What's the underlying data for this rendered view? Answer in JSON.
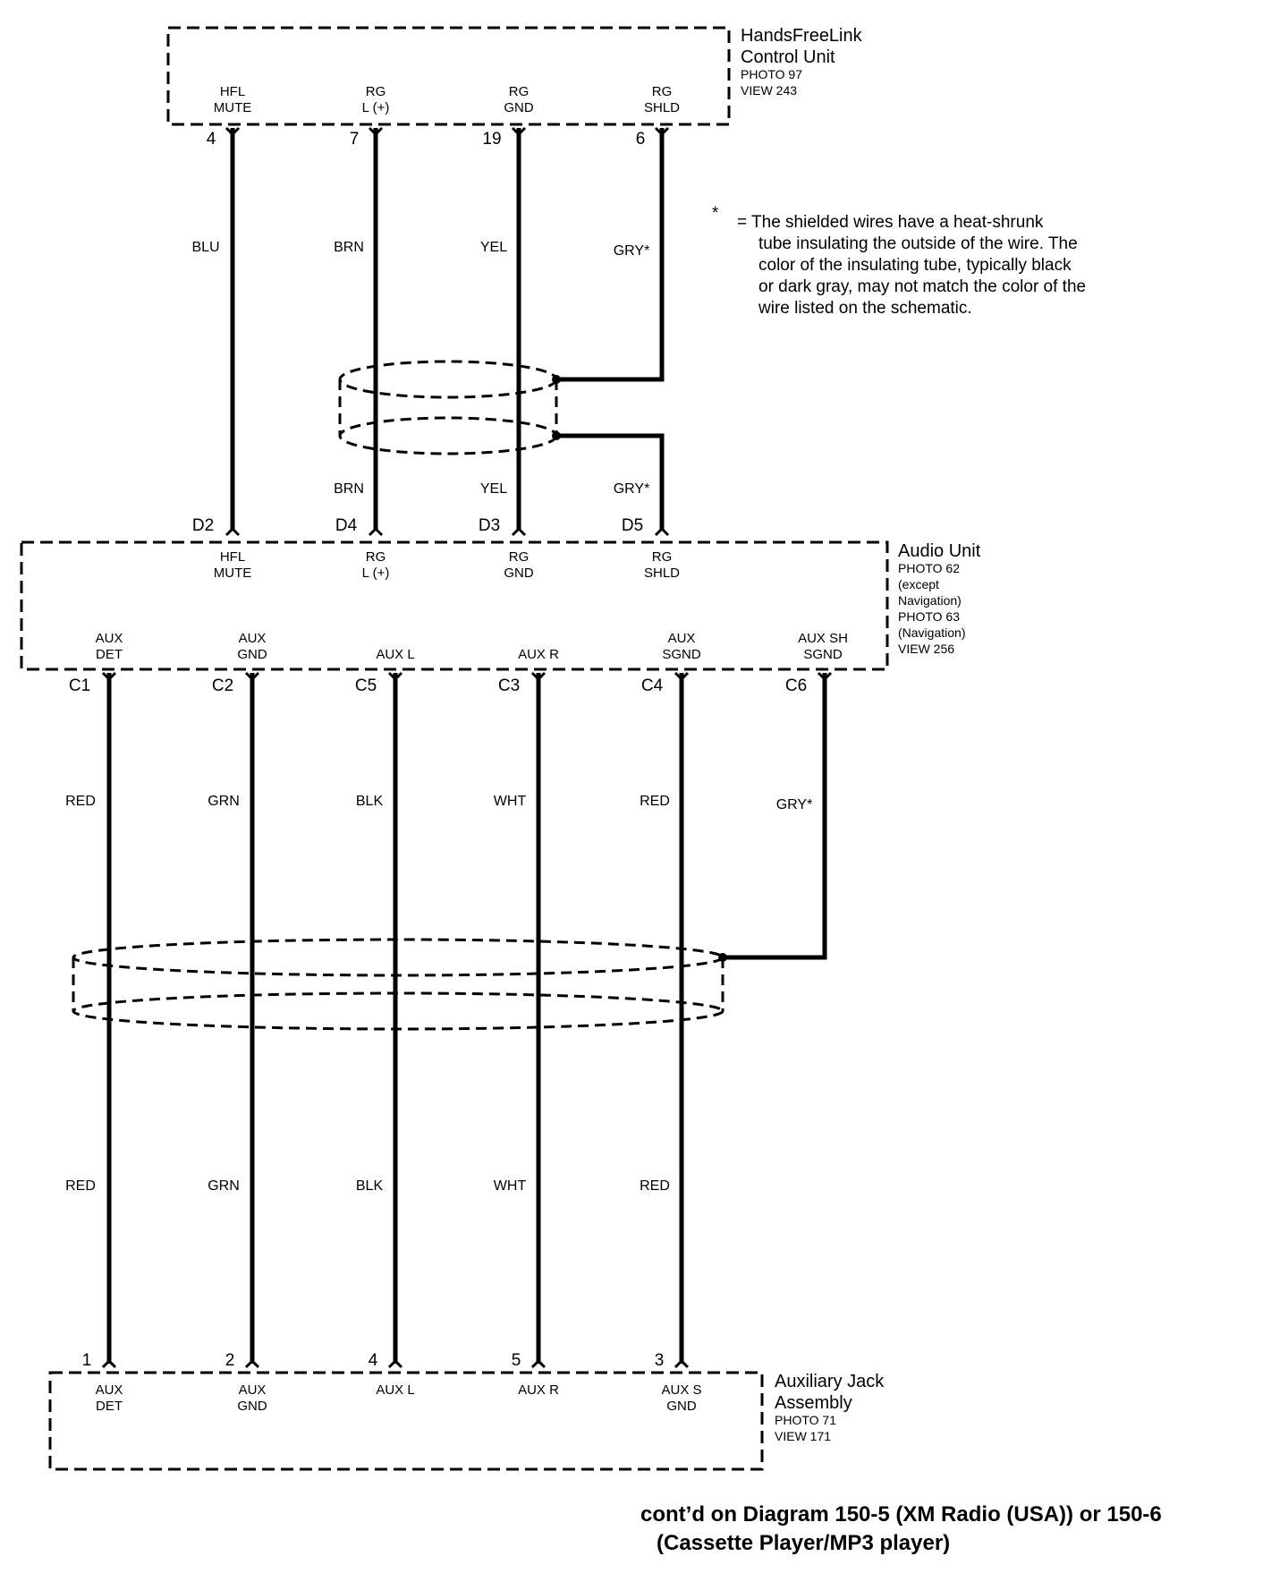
{
  "components": {
    "hfl": {
      "title": [
        "HandsFreeLink",
        "Control Unit"
      ],
      "refs": [
        "PHOTO 97",
        "VIEW 243"
      ],
      "pins": [
        {
          "label": [
            "HFL",
            "MUTE"
          ],
          "num": "4"
        },
        {
          "label": [
            "RG",
            "L (+)"
          ],
          "num": "7"
        },
        {
          "label": [
            "RG",
            "GND"
          ],
          "num": "19"
        },
        {
          "label": [
            "RG",
            "SHLD"
          ],
          "num": "6"
        }
      ]
    },
    "audio": {
      "title": [
        "Audio Unit"
      ],
      "refs": [
        "PHOTO 62",
        "(except",
        "Navigation)",
        "PHOTO 63",
        "(Navigation)",
        "VIEW 256"
      ],
      "top_pins": [
        {
          "label": [
            "HFL",
            "MUTE"
          ],
          "num": "D2"
        },
        {
          "label": [
            "RG",
            "L (+)"
          ],
          "num": "D4"
        },
        {
          "label": [
            "RG",
            "GND"
          ],
          "num": "D3"
        },
        {
          "label": [
            "RG",
            "SHLD"
          ],
          "num": "D5"
        }
      ],
      "bottom_pins": [
        {
          "label": [
            "AUX",
            "DET"
          ],
          "num": "C1"
        },
        {
          "label": [
            "AUX",
            "GND"
          ],
          "num": "C2"
        },
        {
          "label": [
            "AUX L"
          ],
          "num": "C5"
        },
        {
          "label": [
            "AUX R"
          ],
          "num": "C3"
        },
        {
          "label": [
            "AUX",
            "SGND"
          ],
          "num": "C4"
        },
        {
          "label": [
            "AUX SH",
            "SGND"
          ],
          "num": "C6"
        }
      ]
    },
    "aux": {
      "title": [
        "Auxiliary Jack",
        "Assembly"
      ],
      "refs": [
        "PHOTO 71",
        "VIEW 171"
      ],
      "pins": [
        {
          "label": [
            "AUX",
            "DET"
          ],
          "num": "1"
        },
        {
          "label": [
            "AUX",
            "GND"
          ],
          "num": "2"
        },
        {
          "label": [
            "AUX L"
          ],
          "num": "4"
        },
        {
          "label": [
            "AUX R"
          ],
          "num": "5"
        },
        {
          "label": [
            "AUX S",
            "GND"
          ],
          "num": "3"
        }
      ]
    }
  },
  "wires": {
    "upper": [
      "BLU",
      "BRN",
      "YEL",
      "GRY*"
    ],
    "middle": [
      "BRN",
      "YEL",
      "GRY*"
    ],
    "aux_upper": [
      "RED",
      "GRN",
      "BLK",
      "WHT",
      "RED",
      "GRY*"
    ],
    "aux_lower": [
      "RED",
      "GRN",
      "BLK",
      "WHT",
      "RED"
    ]
  },
  "note": {
    "mark": "*",
    "lines": [
      "= The shielded wires have a heat-shrunk",
      "tube insulating the outside of the wire.  The",
      "color of the insulating tube, typically black",
      "or dark gray, may not match the color of the",
      "wire listed on the schematic."
    ]
  },
  "footer": [
    "cont’d on Diagram 150-5 (XM Radio (USA)) or 150-6",
    "(Cassette Player/MP3 player)"
  ]
}
